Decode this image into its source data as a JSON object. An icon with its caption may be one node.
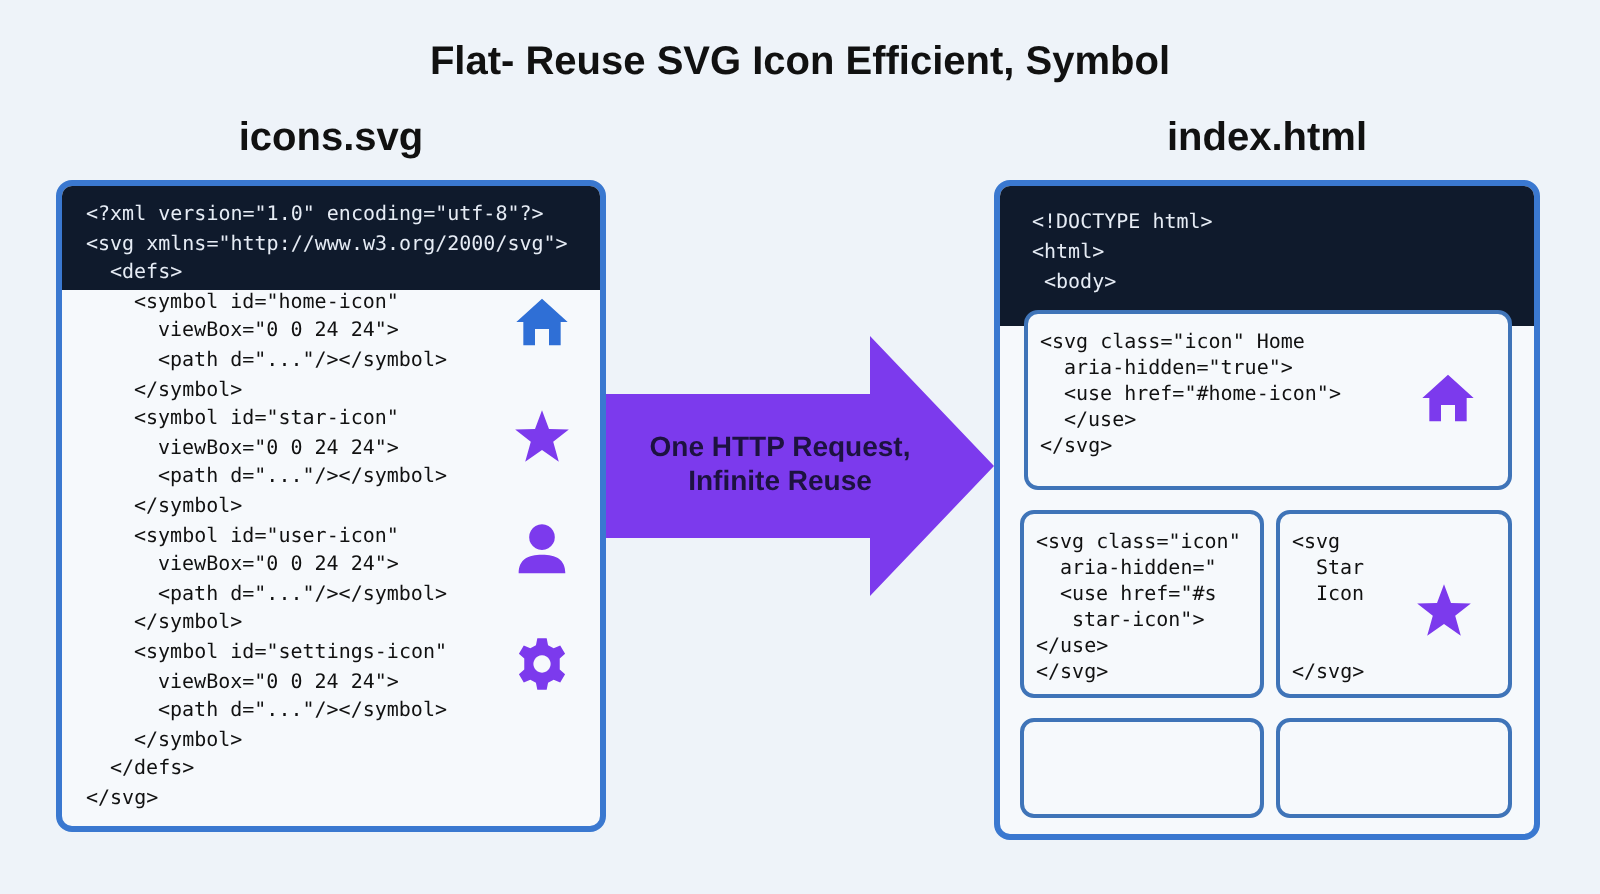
{
  "diagram": {
    "title": "Flat- Reuse SVG Icon Efficient, Symbol",
    "nodes": [
      {
        "text": [
          "icons.svg",
          "<?xml version=\"1.0\" encoding=\"utf-8\"?>",
          "<svg xmlns=\"http://www.w3.org/2000/svg\">",
          "<defs>",
          "<symbol id=\"home-icon\"",
          "viewBox=\"0 0 24 24\">",
          "<path d=\"...\"/></symbol>",
          "</symbol>",
          "<symbol id=\"star-icon\"",
          "viewBox=\"0 0 24 24\">",
          "<path d=\"...\"/></symbol>",
          "</symbol>",
          "<symbol id=\"user-icon\"",
          "viewBox=\"0 0 24 24\">",
          "<path d=\"...\"/></symbol>",
          "</symbol>",
          "<symbol id=\"settings-icon\"",
          "viewBox=\"0 0 24 24\">",
          "<path d=\"...\"/></symbol>",
          "</symbol>",
          "</defs>",
          "</svg>"
        ]
      },
      {
        "text": [
          "index.html",
          "<!DOCTYPE html>",
          "<html>",
          "<body>"
        ]
      },
      {
        "text": [
          "<svg class=\"icon\" Home",
          "aria-hidden=\"true\">",
          "<use href=\"#home-icon\">",
          "</use>",
          "</svg>"
        ],
        "in": 1
      },
      {
        "text": [
          "<svg class=\"icon\"",
          "aria-hidden=\"",
          "<use href=\"#s",
          "star-icon\">",
          "</use>",
          "</svg>"
        ],
        "in": 1
      },
      {
        "text": [
          "<svg",
          "Star",
          "Icon",
          "</svg>"
        ],
        "in": 1
      },
      {
        "text": [],
        "shape": "box",
        "in": 1
      },
      {
        "text": [],
        "shape": "box",
        "in": 1
      }
    ],
    "edges": [
      {
        "from": 0,
        "to": 1,
        "arrow": "to",
        "label": "One HTTP Request, Infinite Reuse",
        "style": "thick",
        "color": "#7c3aed"
      }
    ]
  }
}
